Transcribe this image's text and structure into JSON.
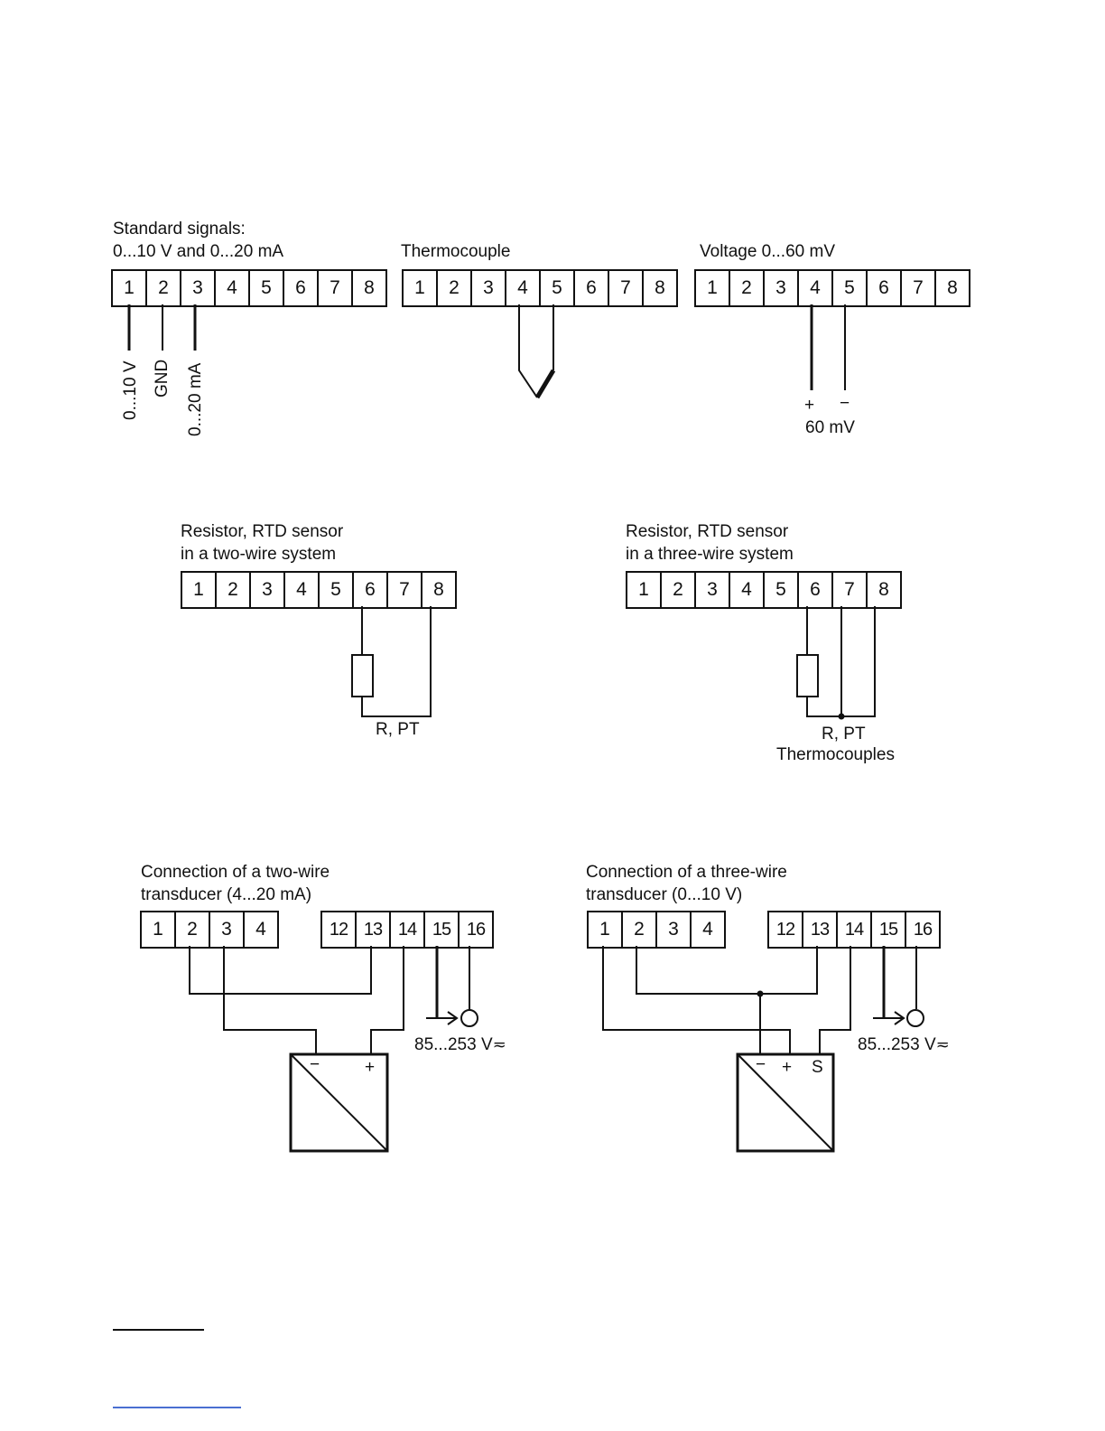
{
  "colors": {
    "ink": "#111111",
    "footnote_rule": "#111111",
    "link_rule": "#4a6fd1"
  },
  "diagrams": {
    "standard_signals": {
      "caption_line1": "Standard signals:",
      "caption_line2": "0...10 V and 0...20 mA",
      "terminals": [
        "1",
        "2",
        "3",
        "4",
        "5",
        "6",
        "7",
        "8"
      ],
      "wire_labels": [
        "0...10 V",
        "GND",
        "0...20 mA"
      ]
    },
    "thermocouple": {
      "caption": "Thermocouple",
      "terminals": [
        "1",
        "2",
        "3",
        "4",
        "5",
        "6",
        "7",
        "8"
      ]
    },
    "voltage": {
      "caption": "Voltage 0...60 mV",
      "terminals": [
        "1",
        "2",
        "3",
        "4",
        "5",
        "6",
        "7",
        "8"
      ],
      "plus": "+",
      "minus": "−",
      "label": "60 mV"
    },
    "rtd_two_wire": {
      "caption_line1": "Resistor, RTD sensor",
      "caption_line2": "in a two-wire system",
      "terminals": [
        "1",
        "2",
        "3",
        "4",
        "5",
        "6",
        "7",
        "8"
      ],
      "label": "R, PT"
    },
    "rtd_three_wire": {
      "caption_line1": "Resistor, RTD sensor",
      "caption_line2": "in a three-wire system",
      "terminals": [
        "1",
        "2",
        "3",
        "4",
        "5",
        "6",
        "7",
        "8"
      ],
      "label_line1": "R, PT",
      "label_line2": "Thermocouples"
    },
    "transducer_two_wire": {
      "caption_line1": "Connection of a two-wire",
      "caption_line2": "transducer (4...20 mA)",
      "terminals_left": [
        "1",
        "2",
        "3",
        "4"
      ],
      "terminals_right": [
        "12",
        "13",
        "14",
        "15",
        "16"
      ],
      "supply": "85...253 V",
      "minus": "−",
      "plus": "+"
    },
    "transducer_three_wire": {
      "caption_line1": "Connection of a three-wire",
      "caption_line2": "transducer (0...10 V)",
      "terminals_left": [
        "1",
        "2",
        "3",
        "4"
      ],
      "terminals_right": [
        "12",
        "13",
        "14",
        "15",
        "16"
      ],
      "supply": "85...253 V",
      "minus": "−",
      "plus": "+",
      "sense": "S"
    }
  }
}
